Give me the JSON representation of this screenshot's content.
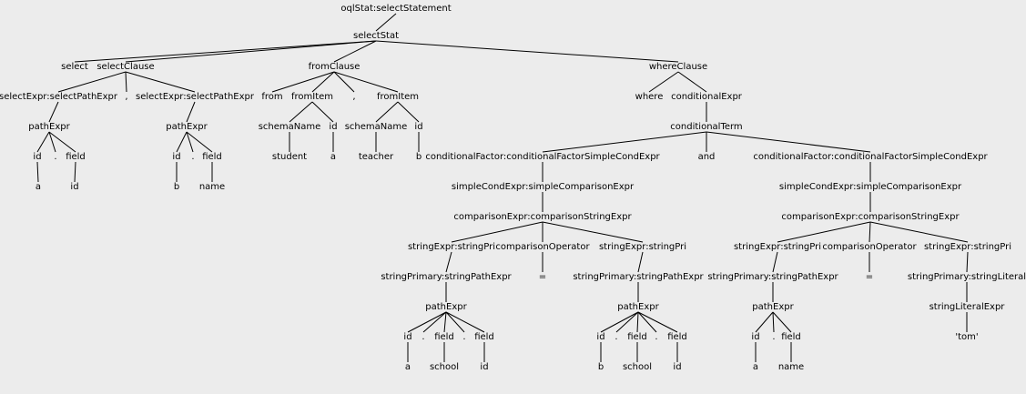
{
  "tree": {
    "label": "oqlStat:selectStatement",
    "children": [
      {
        "label": "selectStat",
        "children": [
          {
            "label": "select"
          },
          {
            "label": "selectClause",
            "children": [
              {
                "label": "selectExpr:selectPathExpr",
                "children": [
                  {
                    "label": "pathExpr",
                    "children": [
                      {
                        "label": "id",
                        "children": [
                          {
                            "label": "a"
                          }
                        ]
                      },
                      {
                        "label": "."
                      },
                      {
                        "label": "field",
                        "children": [
                          {
                            "label": "id"
                          }
                        ]
                      }
                    ]
                  }
                ]
              },
              {
                "label": ","
              },
              {
                "label": "selectExpr:selectPathExpr",
                "children": [
                  {
                    "label": "pathExpr",
                    "children": [
                      {
                        "label": "id",
                        "children": [
                          {
                            "label": "b"
                          }
                        ]
                      },
                      {
                        "label": "."
                      },
                      {
                        "label": "field",
                        "children": [
                          {
                            "label": "name"
                          }
                        ]
                      }
                    ]
                  }
                ]
              }
            ]
          },
          {
            "label": "fromClause",
            "children": [
              {
                "label": "from"
              },
              {
                "label": "fromItem",
                "children": [
                  {
                    "label": "schemaName",
                    "children": [
                      {
                        "label": "student"
                      }
                    ]
                  },
                  {
                    "label": "id",
                    "children": [
                      {
                        "label": "a"
                      }
                    ]
                  }
                ]
              },
              {
                "label": ","
              },
              {
                "label": "fromItem",
                "children": [
                  {
                    "label": "schemaName",
                    "children": [
                      {
                        "label": "teacher"
                      }
                    ]
                  },
                  {
                    "label": "id",
                    "children": [
                      {
                        "label": "b"
                      }
                    ]
                  }
                ]
              }
            ]
          },
          {
            "label": "whereClause",
            "children": [
              {
                "label": "where"
              },
              {
                "label": "conditionalExpr",
                "children": [
                  {
                    "label": "conditionalTerm",
                    "children": [
                      {
                        "label": "conditionalFactor:conditionalFactorSimpleCondExpr",
                        "children": [
                          {
                            "label": "simpleCondExpr:simpleComparisonExpr",
                            "children": [
                              {
                                "label": "comparisonExpr:comparisonStringExpr",
                                "children": [
                                  {
                                    "label": "stringExpr:stringPri",
                                    "children": [
                                      {
                                        "label": "stringPrimary:stringPathExpr",
                                        "children": [
                                          {
                                            "label": "pathExpr",
                                            "children": [
                                              {
                                                "label": "id",
                                                "children": [
                                                  {
                                                    "label": "a"
                                                  }
                                                ]
                                              },
                                              {
                                                "label": "."
                                              },
                                              {
                                                "label": "field",
                                                "children": [
                                                  {
                                                    "label": "school"
                                                  }
                                                ]
                                              },
                                              {
                                                "label": "."
                                              },
                                              {
                                                "label": "field",
                                                "children": [
                                                  {
                                                    "label": "id"
                                                  }
                                                ]
                                              }
                                            ]
                                          }
                                        ]
                                      }
                                    ]
                                  },
                                  {
                                    "label": "comparisonOperator",
                                    "children": [
                                      {
                                        "label": "="
                                      }
                                    ]
                                  },
                                  {
                                    "label": "stringExpr:stringPri",
                                    "children": [
                                      {
                                        "label": "stringPrimary:stringPathExpr",
                                        "children": [
                                          {
                                            "label": "pathExpr",
                                            "children": [
                                              {
                                                "label": "id",
                                                "children": [
                                                  {
                                                    "label": "b"
                                                  }
                                                ]
                                              },
                                              {
                                                "label": "."
                                              },
                                              {
                                                "label": "field",
                                                "children": [
                                                  {
                                                    "label": "school"
                                                  }
                                                ]
                                              },
                                              {
                                                "label": "."
                                              },
                                              {
                                                "label": "field",
                                                "children": [
                                                  {
                                                    "label": "id"
                                                  }
                                                ]
                                              }
                                            ]
                                          }
                                        ]
                                      }
                                    ]
                                  }
                                ]
                              }
                            ]
                          }
                        ]
                      },
                      {
                        "label": "and"
                      },
                      {
                        "label": "conditionalFactor:conditionalFactorSimpleCondExpr",
                        "children": [
                          {
                            "label": "simpleCondExpr:simpleComparisonExpr",
                            "children": [
                              {
                                "label": "comparisonExpr:comparisonStringExpr",
                                "children": [
                                  {
                                    "label": "stringExpr:stringPri",
                                    "children": [
                                      {
                                        "label": "stringPrimary:stringPathExpr",
                                        "children": [
                                          {
                                            "label": "pathExpr",
                                            "children": [
                                              {
                                                "label": "id",
                                                "children": [
                                                  {
                                                    "label": "a"
                                                  }
                                                ]
                                              },
                                              {
                                                "label": "."
                                              },
                                              {
                                                "label": "field",
                                                "children": [
                                                  {
                                                    "label": "name"
                                                  }
                                                ]
                                              }
                                            ]
                                          }
                                        ]
                                      }
                                    ]
                                  },
                                  {
                                    "label": "comparisonOperator",
                                    "children": [
                                      {
                                        "label": "="
                                      }
                                    ]
                                  },
                                  {
                                    "label": "stringExpr:stringPri",
                                    "children": [
                                      {
                                        "label": "stringPrimary:stringLiteral",
                                        "children": [
                                          {
                                            "label": "stringLiteralExpr",
                                            "children": [
                                              {
                                                "label": "'tom'"
                                              }
                                            ]
                                          }
                                        ]
                                      }
                                    ]
                                  }
                                ]
                              }
                            ]
                          }
                        ]
                      }
                    ]
                  }
                ]
              }
            ]
          }
        ]
      }
    ]
  }
}
